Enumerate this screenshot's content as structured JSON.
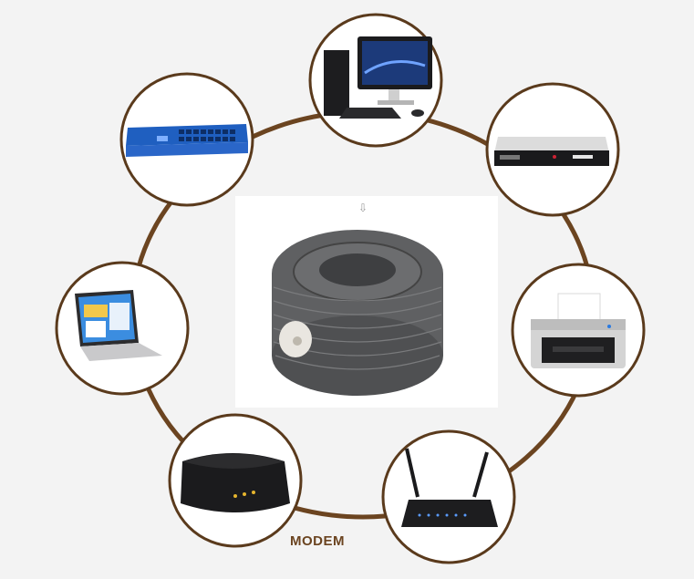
{
  "diagram": {
    "ring_color": "#6b4420",
    "center": {
      "icon": "cable-coil-icon",
      "color": "#5f6062"
    },
    "nodes": [
      {
        "id": "desktop",
        "icon": "desktop-computer-icon"
      },
      {
        "id": "set-top-box",
        "icon": "set-top-box-icon"
      },
      {
        "id": "printer",
        "icon": "printer-icon"
      },
      {
        "id": "router",
        "icon": "wifi-router-icon"
      },
      {
        "id": "modem",
        "icon": "modem-icon",
        "label": "MODEM"
      },
      {
        "id": "laptop",
        "icon": "laptop-icon"
      },
      {
        "id": "switch",
        "icon": "network-switch-icon",
        "color": "#2a66c8"
      }
    ]
  }
}
